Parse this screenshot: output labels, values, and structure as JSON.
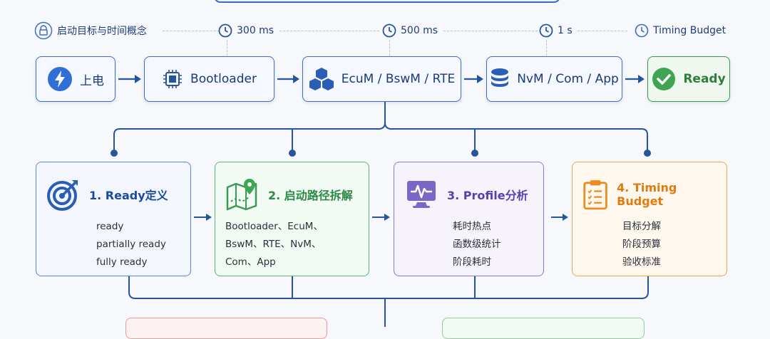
{
  "timeline": {
    "start_label": "启动目标与时间概念",
    "t1": "300 ms",
    "t2": "500 ms",
    "t3": "1 s",
    "budget": "Timing Budget"
  },
  "stages": [
    {
      "label": "上电",
      "icon": "power-bolt-icon"
    },
    {
      "label": "Bootloader",
      "icon": "chip-icon"
    },
    {
      "label": "EcuM / BswM / RTE",
      "icon": "cubes-icon"
    },
    {
      "label": "NvM / Com / App",
      "icon": "database-icon"
    },
    {
      "label": "Ready",
      "icon": "check-circle-icon"
    }
  ],
  "cards": [
    {
      "title": "1. Ready定义",
      "lines": [
        "ready",
        "partially ready",
        "fully ready"
      ],
      "icon": "target-icon"
    },
    {
      "title": "2. 启动路径拆解",
      "lines": [
        "Bootloader、EcuM、",
        "BswM、RTE、NvM、",
        "Com、App"
      ],
      "icon": "map-pin-icon"
    },
    {
      "title": "3. Profile分析",
      "lines": [
        "耗时热点",
        "函数级统计",
        "阶段耗时"
      ],
      "icon": "monitor-pulse-icon"
    },
    {
      "title": "4. Timing Budget",
      "lines": [
        "目标分解",
        "阶段预算",
        "验收标准"
      ],
      "icon": "clipboard-checklist-icon"
    }
  ],
  "colors": {
    "accent": "#26559e",
    "green": "#3a9a4d",
    "purple": "#8d79d0",
    "orange": "#f0a546"
  }
}
